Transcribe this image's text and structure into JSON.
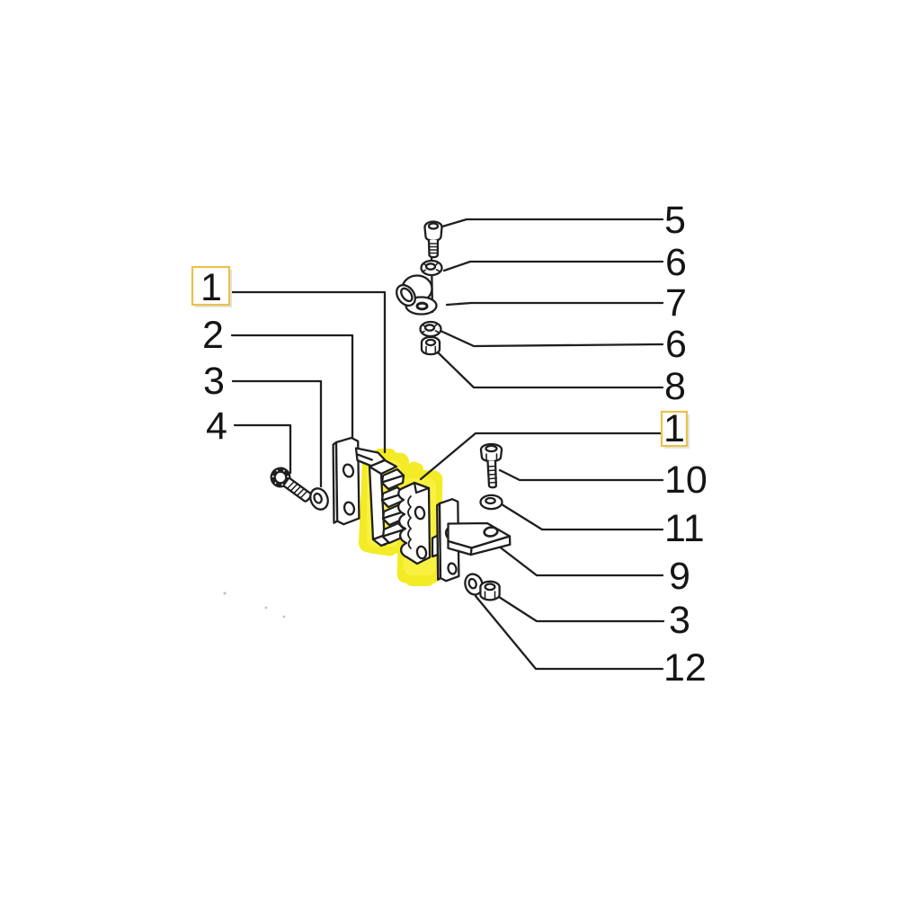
{
  "page": {
    "background": "#ffffff"
  },
  "diagram": {
    "description": "Exploded parts diagram with numbered callouts",
    "colors": {
      "line": "#1f1f1f",
      "highlight": "#f3eb25",
      "highlight_light": "#f9f34a",
      "callout_box_border": "#e8c24a",
      "callout_box_fill": "#ffffff"
    },
    "callouts": [
      {
        "id": "1-left",
        "label": "1",
        "boxed": true
      },
      {
        "id": "2",
        "label": "2",
        "boxed": false
      },
      {
        "id": "3-left",
        "label": "3",
        "boxed": false
      },
      {
        "id": "4",
        "label": "4",
        "boxed": false
      },
      {
        "id": "5",
        "label": "5",
        "boxed": false
      },
      {
        "id": "6-upper",
        "label": "6",
        "boxed": false
      },
      {
        "id": "7",
        "label": "7",
        "boxed": false
      },
      {
        "id": "6-lower",
        "label": "6",
        "boxed": false
      },
      {
        "id": "8",
        "label": "8",
        "boxed": false
      },
      {
        "id": "1-right",
        "label": "1",
        "boxed": true
      },
      {
        "id": "10",
        "label": "10",
        "boxed": false
      },
      {
        "id": "11",
        "label": "11",
        "boxed": false
      },
      {
        "id": "9",
        "label": "9",
        "boxed": false
      },
      {
        "id": "3-right",
        "label": "3",
        "boxed": false
      },
      {
        "id": "12",
        "label": "12",
        "boxed": false
      }
    ],
    "parts": [
      {
        "number": "1",
        "name": "rubber-mount-blocks",
        "highlighted": true
      },
      {
        "number": "2",
        "name": "outer-plate",
        "highlighted": false
      },
      {
        "number": "3",
        "name": "washer",
        "highlighted": false
      },
      {
        "number": "4",
        "name": "hex-bolt",
        "highlighted": false
      },
      {
        "number": "5",
        "name": "hex-bolt",
        "highlighted": false
      },
      {
        "number": "6",
        "name": "lock-washer",
        "highlighted": false
      },
      {
        "number": "7",
        "name": "pipe-clamp",
        "highlighted": false
      },
      {
        "number": "8",
        "name": "hex-nut",
        "highlighted": false
      },
      {
        "number": "9",
        "name": "bracket",
        "highlighted": false
      },
      {
        "number": "10",
        "name": "hex-bolt",
        "highlighted": false
      },
      {
        "number": "11",
        "name": "flat-washer",
        "highlighted": false
      },
      {
        "number": "12",
        "name": "hex-nut",
        "highlighted": false
      }
    ]
  }
}
